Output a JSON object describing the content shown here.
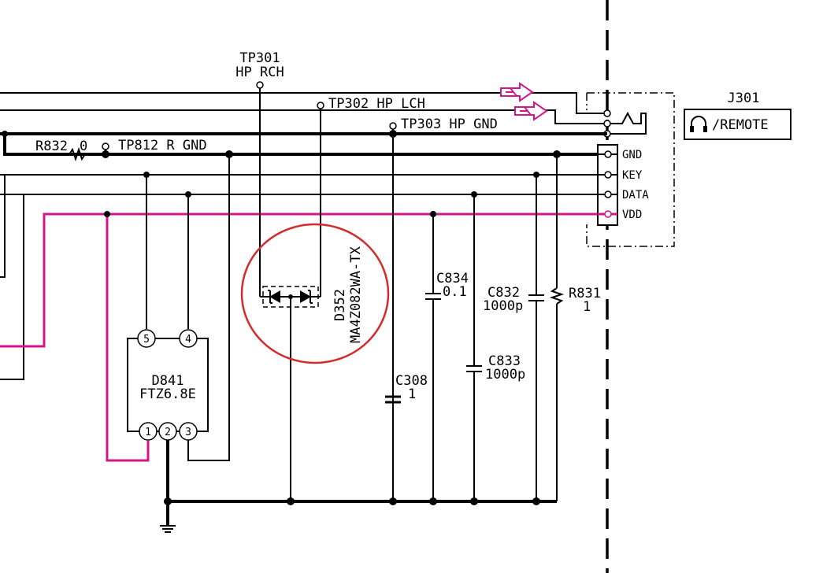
{
  "testpoints": {
    "tp301_id": "TP301",
    "tp301_name": "HP RCH",
    "tp302": "TP302 HP LCH",
    "tp303": "TP303 HP GND",
    "tp812": "TP812 R GND"
  },
  "resistors": {
    "r832_ref": "R832",
    "r832_val": "0",
    "r831_ref": "R831",
    "r831_val": "1"
  },
  "capacitors": {
    "c834_ref": "C834",
    "c834_val": "0.1",
    "c832_ref": "C832",
    "c832_val": "1000p",
    "c833_ref": "C833",
    "c833_val": "1000p",
    "c308_ref": "C308",
    "c308_val": "1"
  },
  "diodes": {
    "d352_ref": "D352",
    "d352_part": "MA4Z082WA-TX",
    "d841_ref": "D841",
    "d841_part": "FTZ6.8E"
  },
  "d841_pins": [
    "5",
    "4",
    "1",
    "2",
    "3"
  ],
  "connector": {
    "ref": "J301",
    "label": "/REMOTE",
    "pins": [
      "GND",
      "KEY",
      "DATA",
      "VDD"
    ]
  },
  "colors": {
    "wire": "#000000",
    "vdd_wire": "#d4168a",
    "highlight_circle": "#d42a2a",
    "arrows": "#d4168a"
  }
}
